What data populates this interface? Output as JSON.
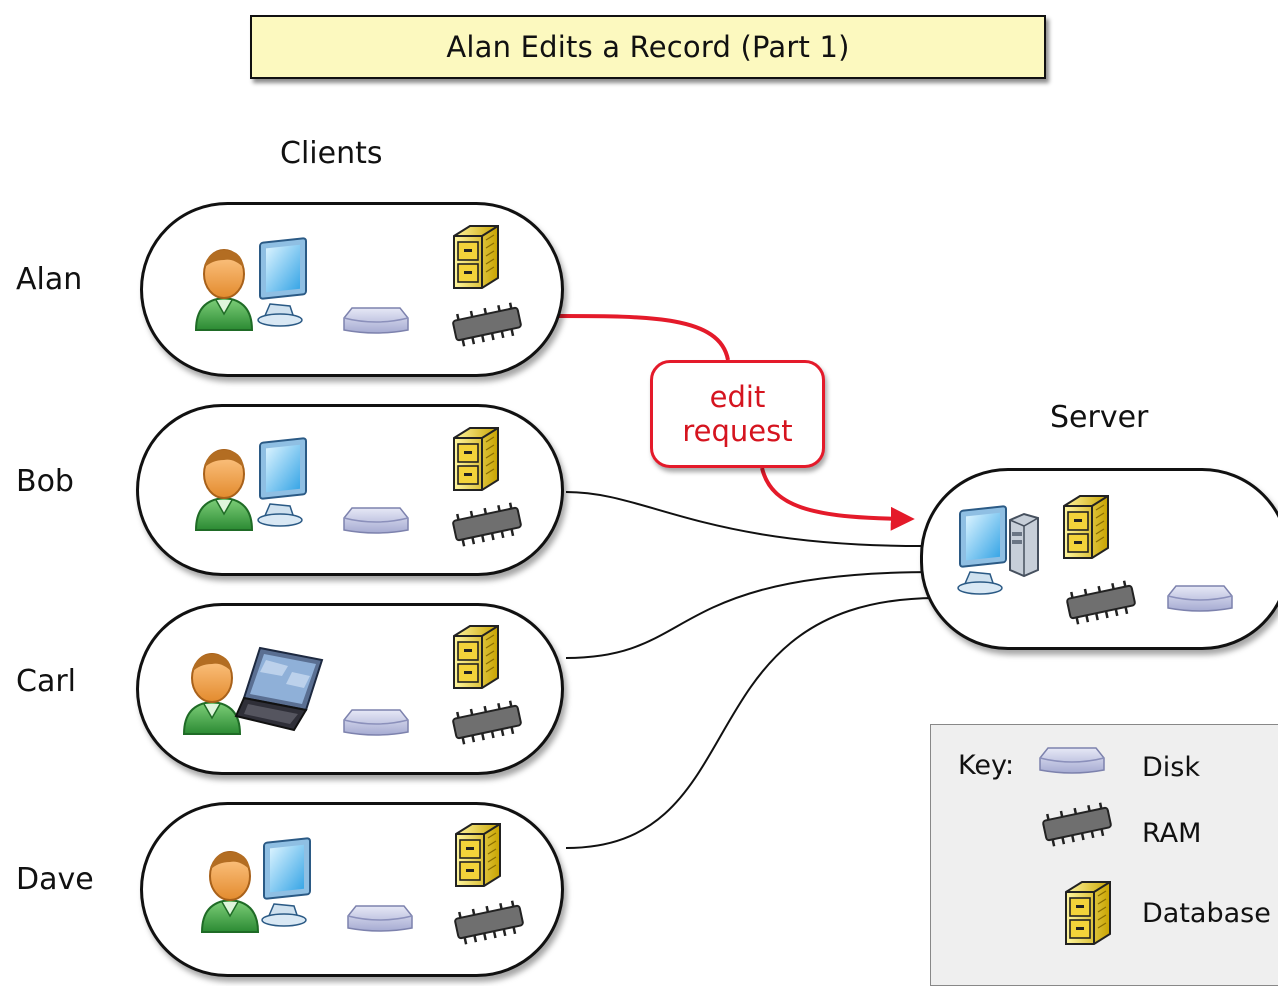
{
  "title": "Alan Edits a Record (Part 1)",
  "clients_heading": "Clients",
  "server_heading": "Server",
  "clients": [
    {
      "name": "Alan",
      "device": "desktop"
    },
    {
      "name": "Bob",
      "device": "desktop"
    },
    {
      "name": "Carl",
      "device": "laptop"
    },
    {
      "name": "Dave",
      "device": "desktop"
    }
  ],
  "request_label": {
    "line1": "edit",
    "line2": "request"
  },
  "key": {
    "label": "Key:",
    "items": [
      {
        "icon": "disk-icon",
        "label": "Disk"
      },
      {
        "icon": "ram-icon",
        "label": "RAM"
      },
      {
        "icon": "database-icon",
        "label": "Database"
      }
    ]
  },
  "colors": {
    "request_accent": "#e41a2a",
    "title_fill": "#fcf9bf",
    "key_fill": "#efefef"
  }
}
